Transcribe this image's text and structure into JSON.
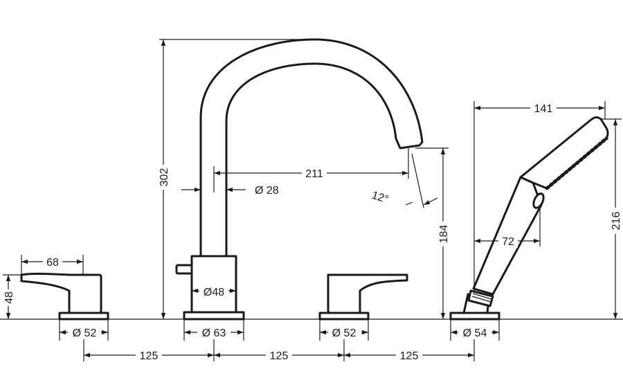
{
  "dimensions": {
    "total_height": "302",
    "spout_reach": "211",
    "pipe_diameter": "Ø 28",
    "spout_angle": "12°",
    "outlet_height": "184",
    "body_diameter": "Ø48",
    "base_spout": "Ø 63",
    "handle_left_width": "68",
    "handle_height": "48",
    "base_left": "Ø 52",
    "base_mid": "Ø 52",
    "base_shower": "Ø 54",
    "shower_reach": "141",
    "shower_head_offset": "72",
    "shower_height": "216",
    "spacing_1": "125",
    "spacing_2": "125",
    "spacing_3": "125"
  },
  "colors": {
    "line": "#1a1a1a",
    "background": "#ffffff"
  }
}
